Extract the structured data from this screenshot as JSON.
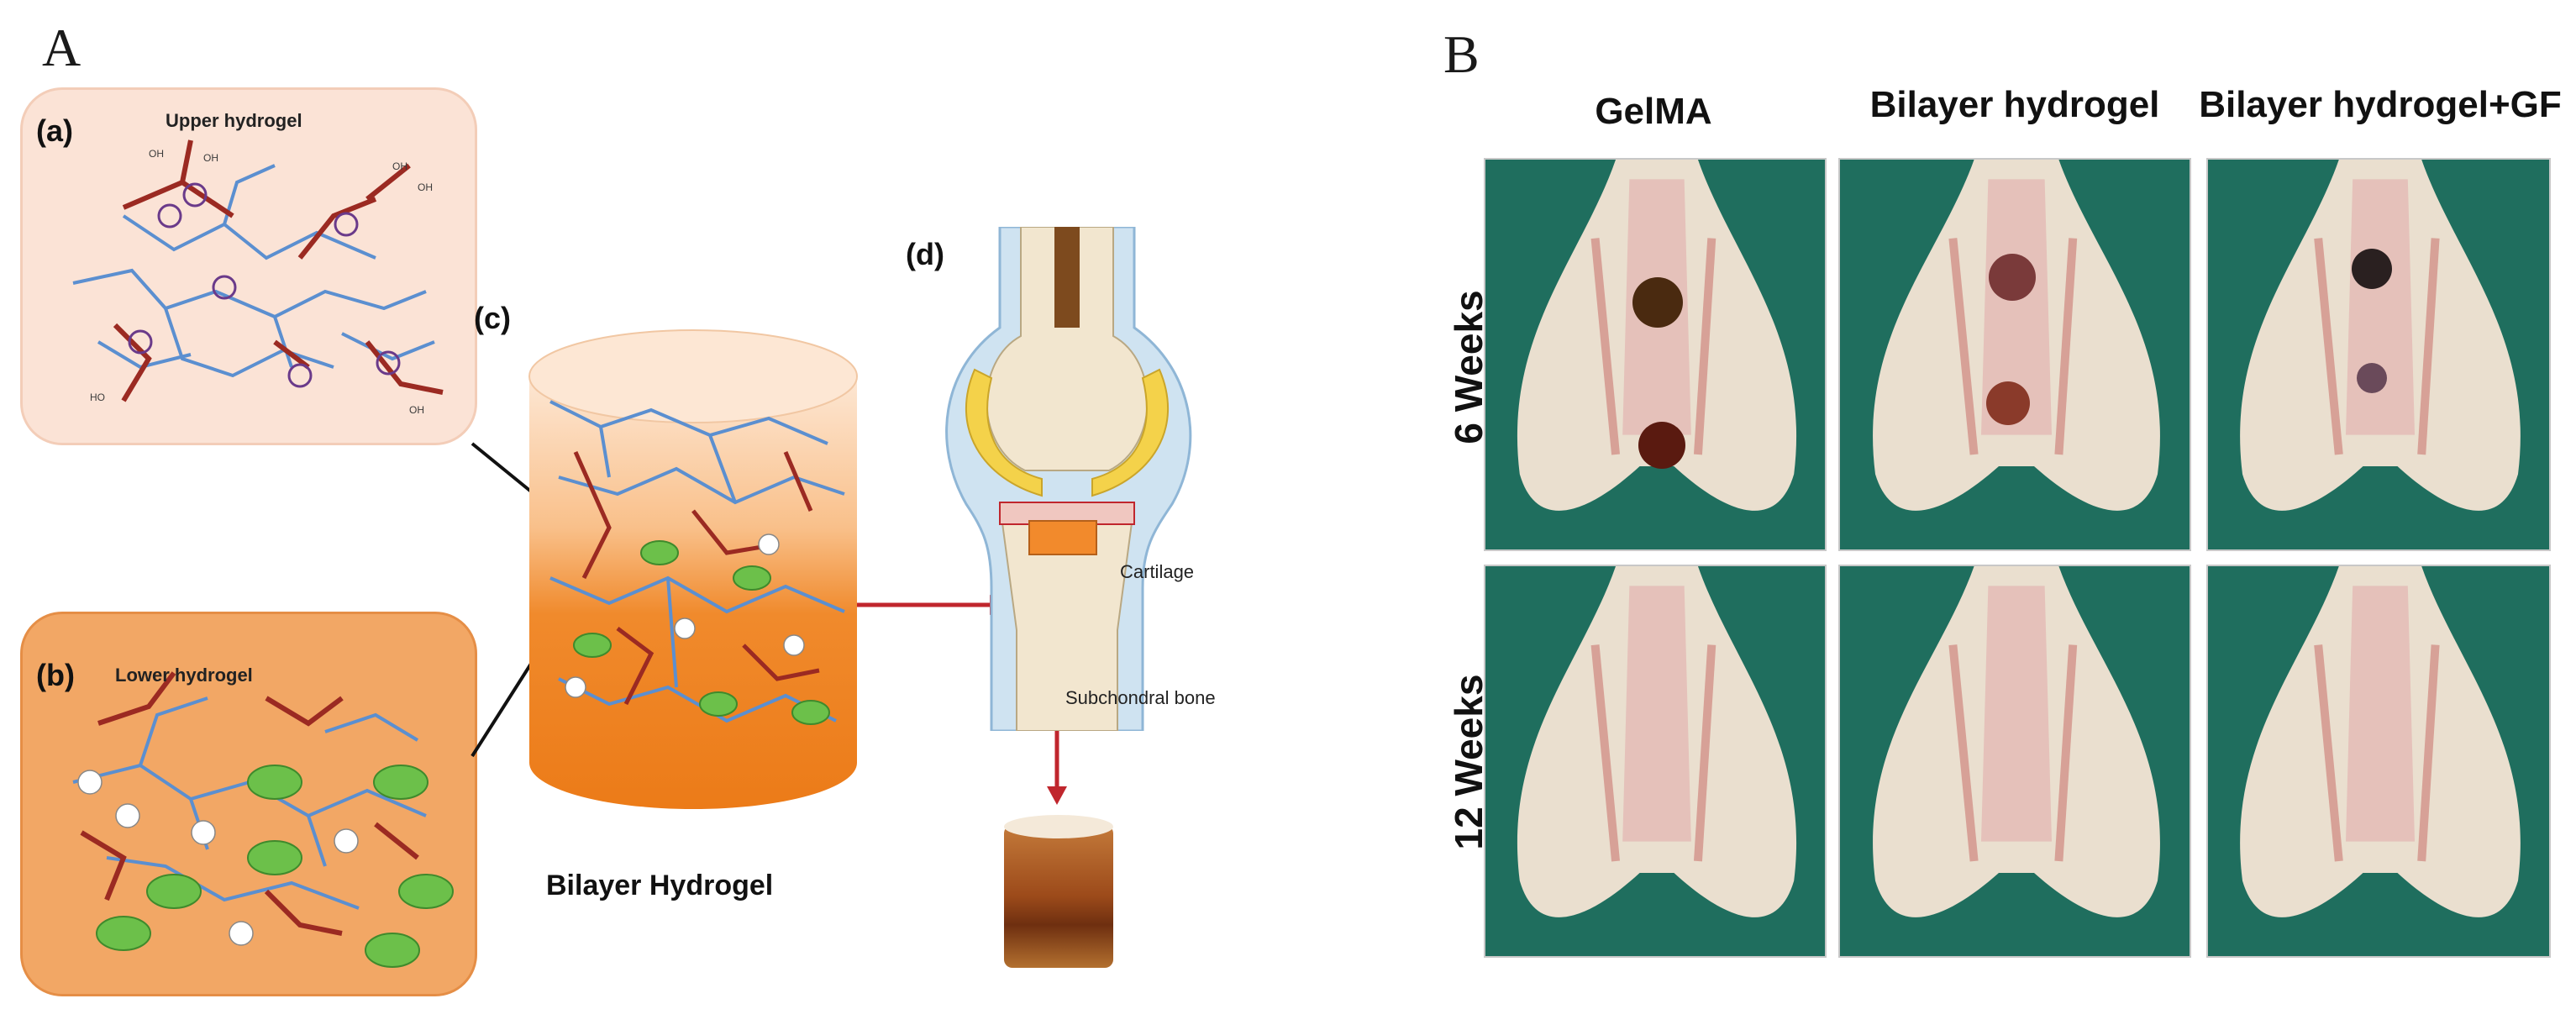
{
  "panelA": {
    "letter": "A",
    "box_a": {
      "label": "(a)",
      "title": "Upper hydrogel"
    },
    "box_b": {
      "label": "(b)",
      "title": "Lower hydrogel"
    },
    "cylinder": {
      "label": "(c)",
      "caption": "Bilayer Hydrogel"
    },
    "joint": {
      "label": "(d)",
      "cartilage": "Cartilage",
      "bone": "Subchondral bone"
    },
    "colors": {
      "upper_box": "#fbe3d6",
      "lower_box": "#f2a765",
      "polymer_blue": "#5b8fd0",
      "polymer_red": "#9b2a22",
      "gf_green": "#6cc04a",
      "arrow": "#c0262d"
    }
  },
  "panelB": {
    "letter": "B",
    "columns": [
      "GelMA",
      "Bilayer hydrogel",
      "Bilayer hydrogel+GF"
    ],
    "rows": [
      "6 Weeks",
      "12 Weeks"
    ],
    "colors": {
      "background": "#1f6e5e",
      "tissue": "#eadfcf"
    }
  }
}
